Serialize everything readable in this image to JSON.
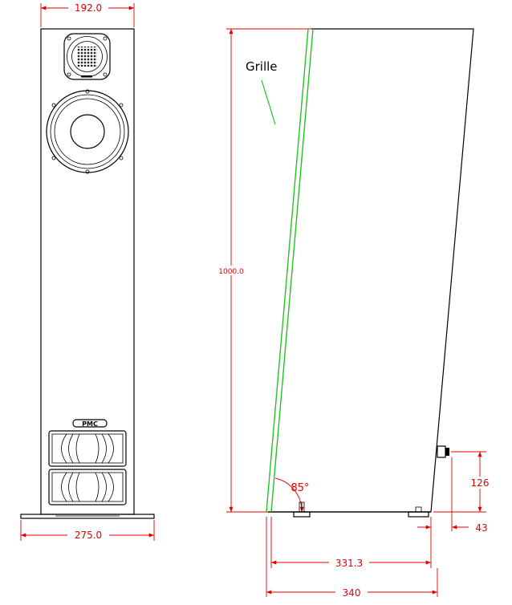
{
  "front_view": {
    "width_label": "192.0",
    "base_width_label": "275.0",
    "logo_text": "PMC"
  },
  "side_view": {
    "height_label": "1000.0",
    "grille_label": "Grille",
    "angle_label": "85°",
    "terminal_height_label": "126",
    "terminal_depth_label": "43",
    "depth_inner_label": "331.3",
    "depth_total_label": "340"
  },
  "colors": {
    "dimension": "#e00000",
    "grille": "#22c322",
    "outline": "#000000"
  }
}
